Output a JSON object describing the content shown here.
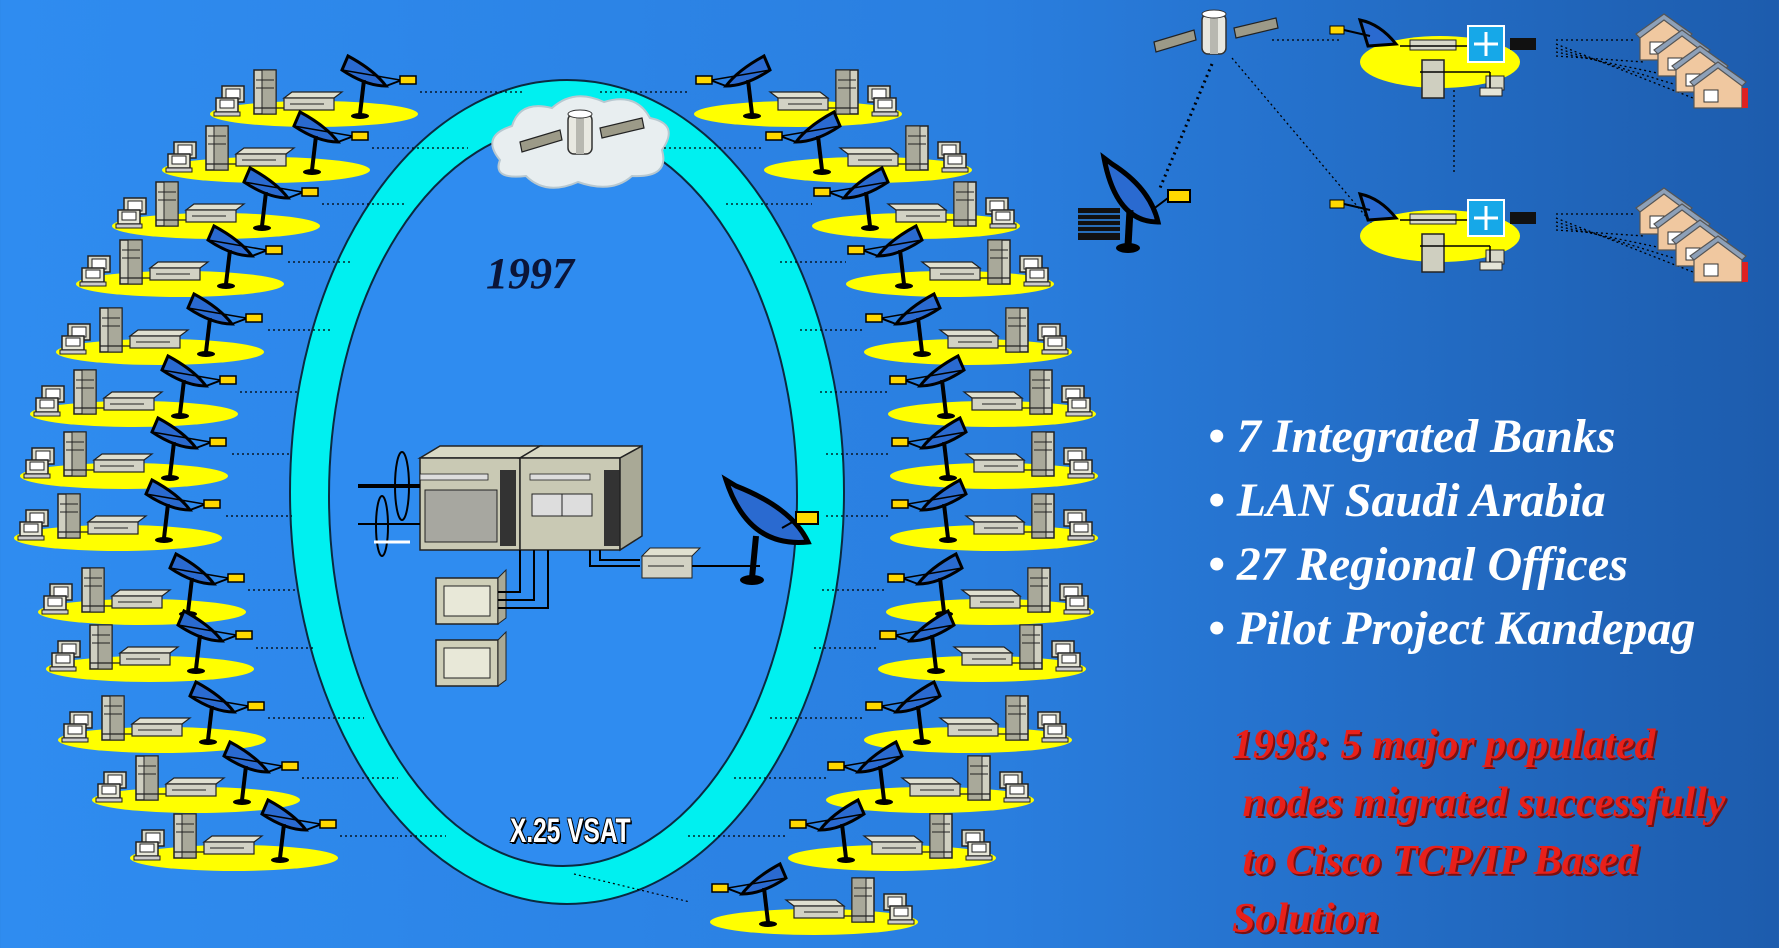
{
  "diagram": {
    "year_label": "1997",
    "ring_label": "X.25 VSAT",
    "bullets": [
      "• 7 Integrated Banks",
      "• LAN Saudi Arabia",
      "• 27 Regional Offices",
      "• Pilot Project Kandepag"
    ],
    "note": "1998: 5 major populated\n nodes migrated successfully\n to Cisco TCP/IP Based\nSolution",
    "colors": {
      "background": "#2f8cf0",
      "ring": "#00f0f0",
      "site_pad": "#ffff00",
      "note": "#e8201a",
      "text": "#ffffff"
    },
    "icons": [
      "satellite-icon",
      "cloud-icon",
      "vsat-dish-icon",
      "server-icon",
      "pc-icon",
      "modem-icon",
      "router-icon",
      "house-icon",
      "mainframe-icon"
    ]
  }
}
